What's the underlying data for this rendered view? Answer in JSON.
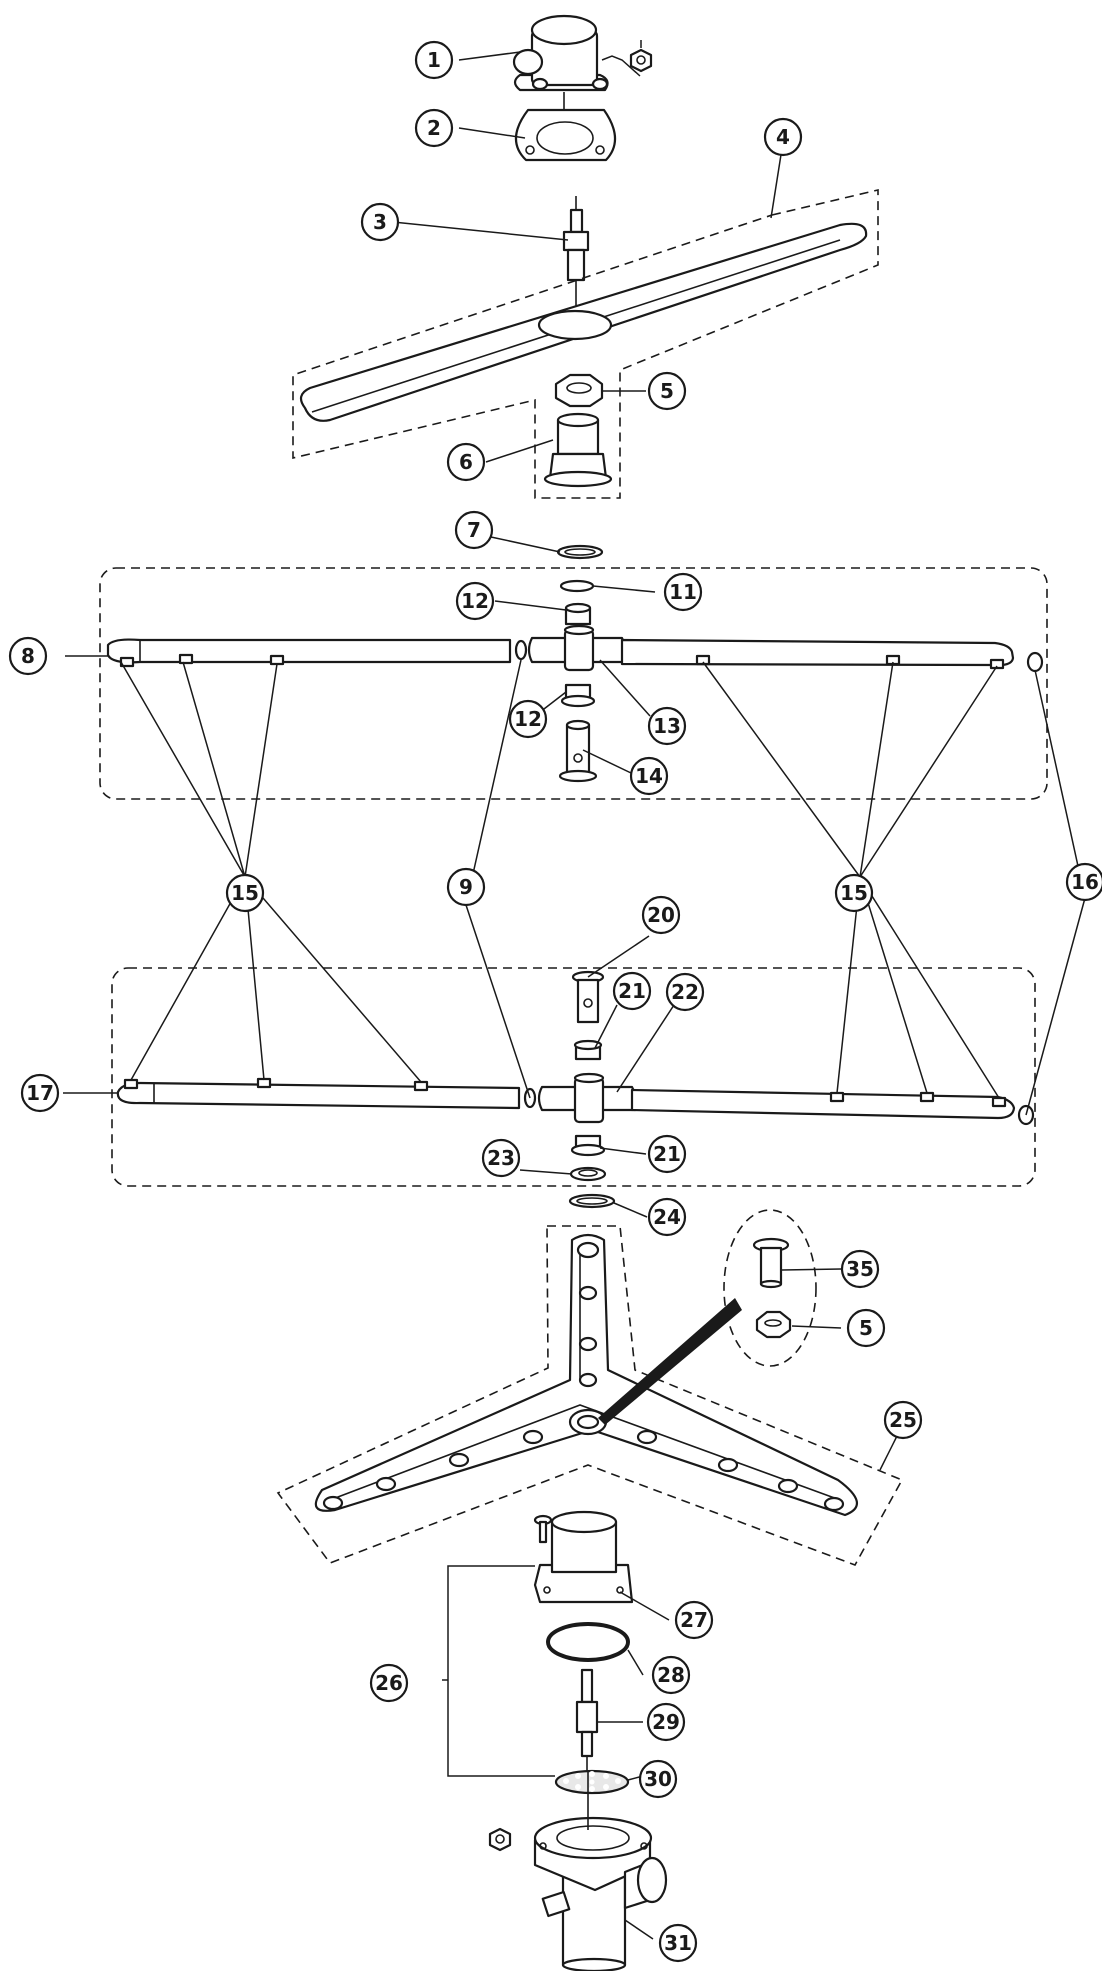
{
  "callouts": [
    {
      "id": "c1",
      "label": "1"
    },
    {
      "id": "c2",
      "label": "2"
    },
    {
      "id": "c3",
      "label": "3"
    },
    {
      "id": "c4",
      "label": "4"
    },
    {
      "id": "c5a",
      "label": "5"
    },
    {
      "id": "c6",
      "label": "6"
    },
    {
      "id": "c7",
      "label": "7"
    },
    {
      "id": "c8",
      "label": "8"
    },
    {
      "id": "c9",
      "label": "9"
    },
    {
      "id": "c11",
      "label": "11"
    },
    {
      "id": "c12a",
      "label": "12"
    },
    {
      "id": "c12b",
      "label": "12"
    },
    {
      "id": "c13",
      "label": "13"
    },
    {
      "id": "c14",
      "label": "14"
    },
    {
      "id": "c15a",
      "label": "15"
    },
    {
      "id": "c15b",
      "label": "15"
    },
    {
      "id": "c16",
      "label": "16"
    },
    {
      "id": "c17",
      "label": "17"
    },
    {
      "id": "c20",
      "label": "20"
    },
    {
      "id": "c21a",
      "label": "21"
    },
    {
      "id": "c21b",
      "label": "21"
    },
    {
      "id": "c22",
      "label": "22"
    },
    {
      "id": "c23",
      "label": "23"
    },
    {
      "id": "c24",
      "label": "24"
    },
    {
      "id": "c25",
      "label": "25"
    },
    {
      "id": "c26",
      "label": "26"
    },
    {
      "id": "c27",
      "label": "27"
    },
    {
      "id": "c28",
      "label": "28"
    },
    {
      "id": "c29",
      "label": "29"
    },
    {
      "id": "c30",
      "label": "30"
    },
    {
      "id": "c31",
      "label": "31"
    },
    {
      "id": "c35",
      "label": "35"
    },
    {
      "id": "c5b",
      "label": "5"
    }
  ]
}
